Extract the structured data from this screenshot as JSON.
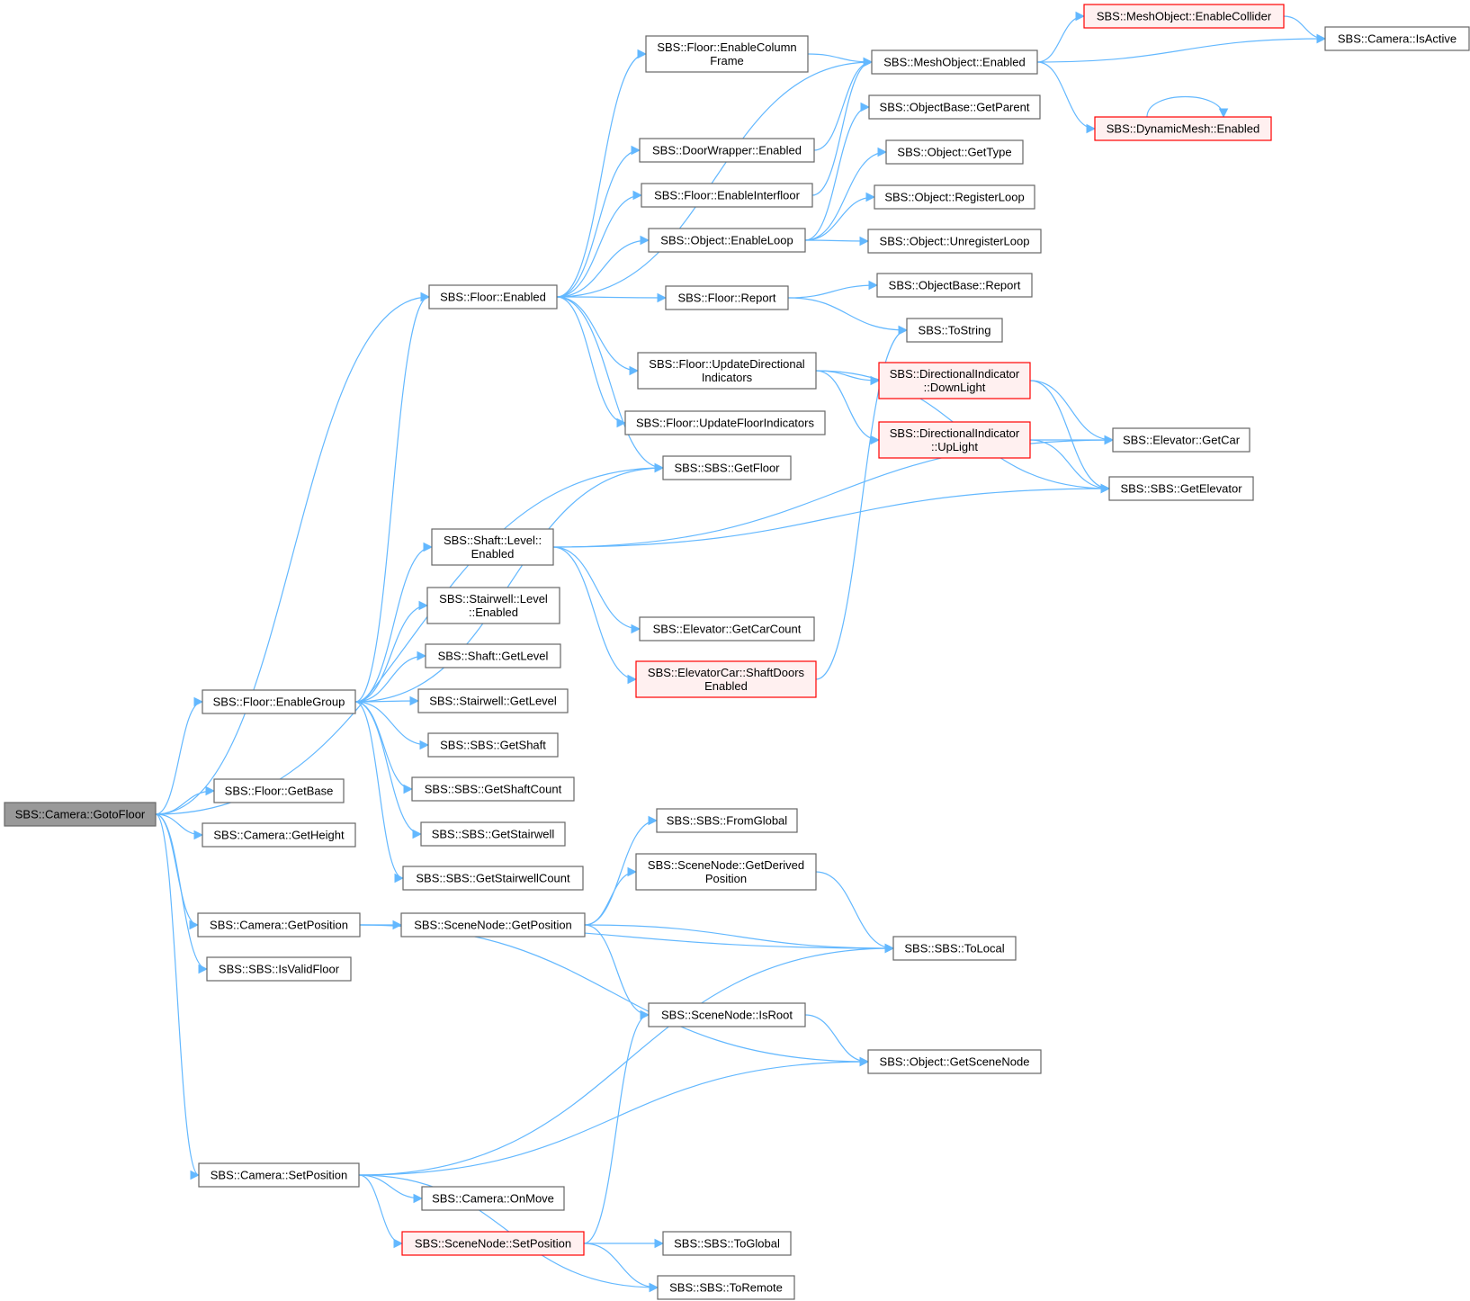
{
  "colors": {
    "edge": "#63b8ff",
    "normal_fill": "#ffffff",
    "normal_stroke": "#666666",
    "root_fill": "#999999",
    "root_stroke": "#666666",
    "truncated_fill": "#fff0f0",
    "truncated_stroke": "#ff0000"
  },
  "nodes": [
    {
      "id": "gotofloor",
      "lines": [
        "SBS::Camera::GotoFloor"
      ],
      "style": "root"
    },
    {
      "id": "floor_enabled",
      "lines": [
        "SBS::Floor::Enabled"
      ]
    },
    {
      "id": "floor_enablegroup",
      "lines": [
        "SBS::Floor::EnableGroup"
      ]
    },
    {
      "id": "floor_getbase",
      "lines": [
        "SBS::Floor::GetBase"
      ]
    },
    {
      "id": "camera_getheight",
      "lines": [
        "SBS::Camera::GetHeight"
      ]
    },
    {
      "id": "camera_getposition",
      "lines": [
        "SBS::Camera::GetPosition"
      ]
    },
    {
      "id": "sbs_isvalidfloor",
      "lines": [
        "SBS::SBS::IsValidFloor"
      ]
    },
    {
      "id": "camera_setposition",
      "lines": [
        "SBS::Camera::SetPosition"
      ]
    },
    {
      "id": "floor_enablecolumnframe",
      "lines": [
        "SBS::Floor::EnableColumn",
        "Frame"
      ]
    },
    {
      "id": "doorwrapper_enabled",
      "lines": [
        "SBS::DoorWrapper::Enabled"
      ]
    },
    {
      "id": "floor_enableinterfloor",
      "lines": [
        "SBS::Floor::EnableInterfloor"
      ]
    },
    {
      "id": "object_enableloop",
      "lines": [
        "SBS::Object::EnableLoop"
      ]
    },
    {
      "id": "floor_report",
      "lines": [
        "SBS::Floor::Report"
      ]
    },
    {
      "id": "floor_updatedirectional",
      "lines": [
        "SBS::Floor::UpdateDirectional",
        "Indicators"
      ]
    },
    {
      "id": "floor_updatefloorindicators",
      "lines": [
        "SBS::Floor::UpdateFloorIndicators"
      ]
    },
    {
      "id": "sbs_getfloor",
      "lines": [
        "SBS::SBS::GetFloor"
      ]
    },
    {
      "id": "shaft_level_enabled",
      "lines": [
        "SBS::Shaft::Level::",
        "Enabled"
      ]
    },
    {
      "id": "stairwell_level_enabled",
      "lines": [
        "SBS::Stairwell::Level",
        "::Enabled"
      ]
    },
    {
      "id": "shaft_getlevel",
      "lines": [
        "SBS::Shaft::GetLevel"
      ]
    },
    {
      "id": "stairwell_getlevel",
      "lines": [
        "SBS::Stairwell::GetLevel"
      ]
    },
    {
      "id": "sbs_getshaft",
      "lines": [
        "SBS::SBS::GetShaft"
      ]
    },
    {
      "id": "sbs_getshaftcount",
      "lines": [
        "SBS::SBS::GetShaftCount"
      ]
    },
    {
      "id": "sbs_getstairwell",
      "lines": [
        "SBS::SBS::GetStairwell"
      ]
    },
    {
      "id": "sbs_getstairwellcount",
      "lines": [
        "SBS::SBS::GetStairwellCount"
      ]
    },
    {
      "id": "elevator_getcarcount",
      "lines": [
        "SBS::Elevator::GetCarCount"
      ]
    },
    {
      "id": "elevatorcar_shaftdoors",
      "lines": [
        "SBS::ElevatorCar::ShaftDoors",
        "Enabled"
      ],
      "style": "truncated"
    },
    {
      "id": "scenenode_getposition",
      "lines": [
        "SBS::SceneNode::GetPosition"
      ]
    },
    {
      "id": "sbs_fromglobal",
      "lines": [
        "SBS::SBS::FromGlobal"
      ]
    },
    {
      "id": "scenenode_getderived",
      "lines": [
        "SBS::SceneNode::GetDerived",
        "Position"
      ]
    },
    {
      "id": "scenenode_isroot",
      "lines": [
        "SBS::SceneNode::IsRoot"
      ]
    },
    {
      "id": "camera_onmove",
      "lines": [
        "SBS::Camera::OnMove"
      ]
    },
    {
      "id": "scenenode_setposition",
      "lines": [
        "SBS::SceneNode::SetPosition"
      ],
      "style": "truncated"
    },
    {
      "id": "sbs_toglobal",
      "lines": [
        "SBS::SBS::ToGlobal"
      ]
    },
    {
      "id": "sbs_toremote",
      "lines": [
        "SBS::SBS::ToRemote"
      ]
    },
    {
      "id": "meshobject_enabled",
      "lines": [
        "SBS::MeshObject::Enabled"
      ]
    },
    {
      "id": "objectbase_getparent",
      "lines": [
        "SBS::ObjectBase::GetParent"
      ]
    },
    {
      "id": "object_gettype",
      "lines": [
        "SBS::Object::GetType"
      ]
    },
    {
      "id": "object_registerloop",
      "lines": [
        "SBS::Object::RegisterLoop"
      ]
    },
    {
      "id": "object_unregisterloop",
      "lines": [
        "SBS::Object::UnregisterLoop"
      ]
    },
    {
      "id": "objectbase_report",
      "lines": [
        "SBS::ObjectBase::Report"
      ]
    },
    {
      "id": "sbs_tostring",
      "lines": [
        "SBS::ToString"
      ]
    },
    {
      "id": "directional_downlight",
      "lines": [
        "SBS::DirectionalIndicator",
        "::DownLight"
      ],
      "style": "truncated"
    },
    {
      "id": "directional_uplight",
      "lines": [
        "SBS::DirectionalIndicator",
        "::UpLight"
      ],
      "style": "truncated"
    },
    {
      "id": "sbs_tolocal",
      "lines": [
        "SBS::SBS::ToLocal"
      ]
    },
    {
      "id": "object_getscenenode",
      "lines": [
        "SBS::Object::GetSceneNode"
      ]
    },
    {
      "id": "meshobject_enablecollider",
      "lines": [
        "SBS::MeshObject::EnableCollider"
      ],
      "style": "truncated"
    },
    {
      "id": "camera_isactive",
      "lines": [
        "SBS::Camera::IsActive"
      ]
    },
    {
      "id": "dynamicmesh_enabled",
      "lines": [
        "SBS::DynamicMesh::Enabled"
      ],
      "style": "truncated"
    },
    {
      "id": "elevator_getcar",
      "lines": [
        "SBS::Elevator::GetCar"
      ]
    },
    {
      "id": "sbs_getelevator",
      "lines": [
        "SBS::SBS::GetElevator"
      ]
    }
  ],
  "edges": [
    [
      "gotofloor",
      "floor_enabled"
    ],
    [
      "gotofloor",
      "floor_enablegroup"
    ],
    [
      "gotofloor",
      "floor_getbase"
    ],
    [
      "gotofloor",
      "camera_getheight"
    ],
    [
      "gotofloor",
      "camera_getposition"
    ],
    [
      "gotofloor",
      "sbs_isvalidfloor"
    ],
    [
      "gotofloor",
      "camera_setposition"
    ],
    [
      "gotofloor",
      "sbs_getfloor"
    ],
    [
      "floor_enabled",
      "floor_enablecolumnframe"
    ],
    [
      "floor_enabled",
      "meshobject_enabled"
    ],
    [
      "floor_enabled",
      "doorwrapper_enabled"
    ],
    [
      "floor_enabled",
      "floor_enableinterfloor"
    ],
    [
      "floor_enabled",
      "object_enableloop"
    ],
    [
      "floor_enabled",
      "floor_report"
    ],
    [
      "floor_enabled",
      "floor_updatedirectional"
    ],
    [
      "floor_enabled",
      "floor_updatefloorindicators"
    ],
    [
      "floor_enabled",
      "sbs_getfloor"
    ],
    [
      "floor_enablegroup",
      "floor_enabled"
    ],
    [
      "floor_enablegroup",
      "sbs_getfloor"
    ],
    [
      "floor_enablegroup",
      "shaft_level_enabled"
    ],
    [
      "floor_enablegroup",
      "stairwell_level_enabled"
    ],
    [
      "floor_enablegroup",
      "shaft_getlevel"
    ],
    [
      "floor_enablegroup",
      "stairwell_getlevel"
    ],
    [
      "floor_enablegroup",
      "sbs_getshaft"
    ],
    [
      "floor_enablegroup",
      "sbs_getshaftcount"
    ],
    [
      "floor_enablegroup",
      "sbs_getstairwell"
    ],
    [
      "floor_enablegroup",
      "sbs_getstairwellcount"
    ],
    [
      "floor_enablecolumnframe",
      "meshobject_enabled"
    ],
    [
      "doorwrapper_enabled",
      "meshobject_enabled"
    ],
    [
      "floor_enableinterfloor",
      "meshobject_enabled"
    ],
    [
      "object_enableloop",
      "objectbase_getparent"
    ],
    [
      "object_enableloop",
      "object_gettype"
    ],
    [
      "object_enableloop",
      "object_registerloop"
    ],
    [
      "object_enableloop",
      "object_unregisterloop"
    ],
    [
      "floor_report",
      "objectbase_report"
    ],
    [
      "floor_report",
      "sbs_tostring"
    ],
    [
      "floor_updatedirectional",
      "directional_downlight"
    ],
    [
      "floor_updatedirectional",
      "directional_uplight"
    ],
    [
      "floor_updatedirectional",
      "sbs_getelevator"
    ],
    [
      "shaft_level_enabled",
      "elevator_getcar"
    ],
    [
      "shaft_level_enabled",
      "sbs_getelevator"
    ],
    [
      "shaft_level_enabled",
      "elevator_getcarcount"
    ],
    [
      "shaft_level_enabled",
      "elevatorcar_shaftdoors"
    ],
    [
      "elevatorcar_shaftdoors",
      "sbs_tostring"
    ],
    [
      "camera_getposition",
      "scenenode_getposition"
    ],
    [
      "camera_getposition",
      "sbs_tolocal"
    ],
    [
      "camera_getposition",
      "object_getscenenode"
    ],
    [
      "scenenode_getposition",
      "sbs_fromglobal"
    ],
    [
      "scenenode_getposition",
      "scenenode_getderived"
    ],
    [
      "scenenode_getposition",
      "sbs_tolocal"
    ],
    [
      "scenenode_getposition",
      "scenenode_isroot"
    ],
    [
      "scenenode_getderived",
      "sbs_tolocal"
    ],
    [
      "scenenode_isroot",
      "object_getscenenode"
    ],
    [
      "camera_setposition",
      "sbs_tolocal"
    ],
    [
      "camera_setposition",
      "object_getscenenode"
    ],
    [
      "camera_setposition",
      "camera_onmove"
    ],
    [
      "camera_setposition",
      "scenenode_setposition"
    ],
    [
      "camera_setposition",
      "sbs_toremote"
    ],
    [
      "scenenode_setposition",
      "scenenode_isroot"
    ],
    [
      "scenenode_setposition",
      "sbs_toglobal"
    ],
    [
      "scenenode_setposition",
      "sbs_toremote"
    ],
    [
      "meshobject_enabled",
      "meshobject_enablecollider"
    ],
    [
      "meshobject_enabled",
      "camera_isactive"
    ],
    [
      "meshobject_enabled",
      "dynamicmesh_enabled"
    ],
    [
      "meshobject_enablecollider",
      "camera_isactive"
    ],
    [
      "dynamicmesh_enabled",
      "dynamicmesh_enabled"
    ],
    [
      "directional_downlight",
      "elevator_getcar"
    ],
    [
      "directional_downlight",
      "sbs_getelevator"
    ],
    [
      "directional_uplight",
      "elevator_getcar"
    ],
    [
      "directional_uplight",
      "sbs_getelevator"
    ]
  ]
}
